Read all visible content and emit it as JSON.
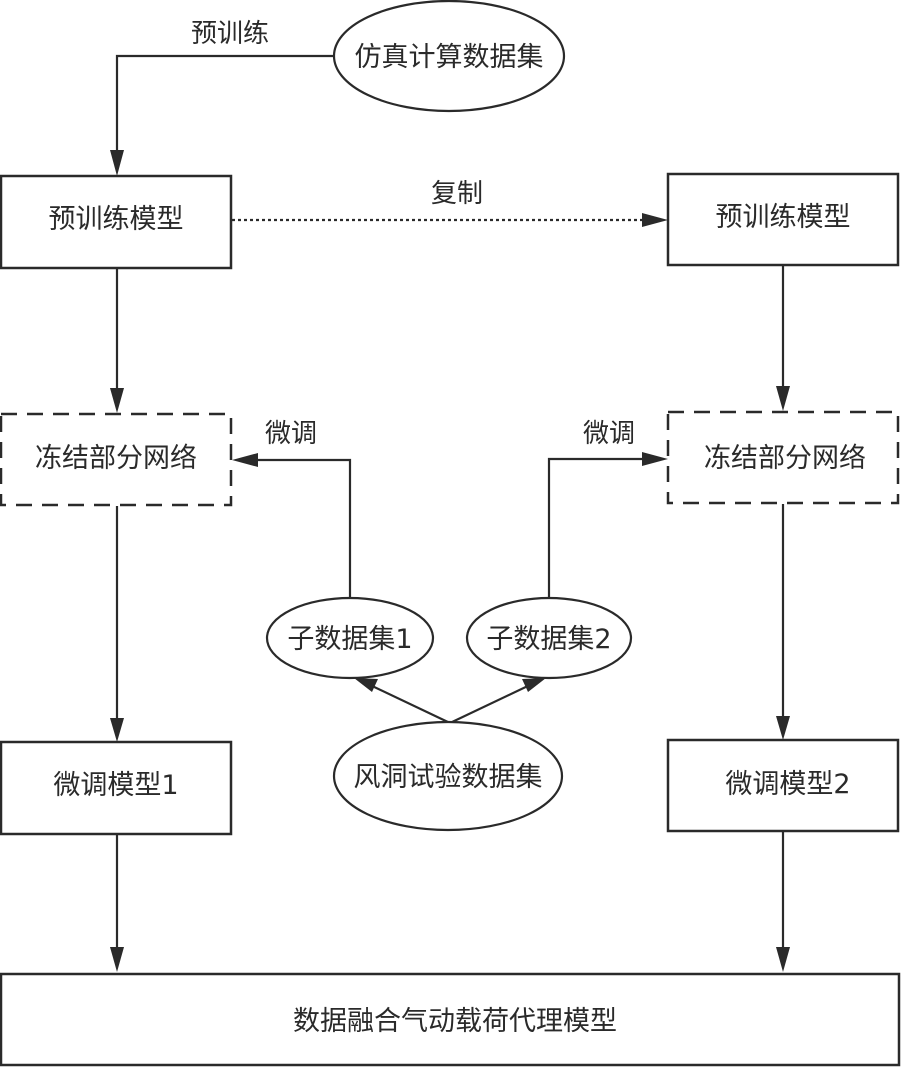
{
  "nodes": {
    "sim_dataset": "仿真计算数据集",
    "pretrain_model_left": "预训练模型",
    "pretrain_model_right": "预训练模型",
    "frozen_left": "冻结部分网络",
    "frozen_right": "冻结部分网络",
    "subset1": "子数据集1",
    "subset2": "子数据集2",
    "wind_tunnel_dataset": "风洞试验数据集",
    "finetune_model1": "微调模型1",
    "finetune_model2": "微调模型2",
    "fusion_model": "数据融合气动载荷代理模型"
  },
  "edges": {
    "pretrain": "预训练",
    "copy": "复制",
    "finetune_left": "微调",
    "finetune_right": "微调"
  }
}
